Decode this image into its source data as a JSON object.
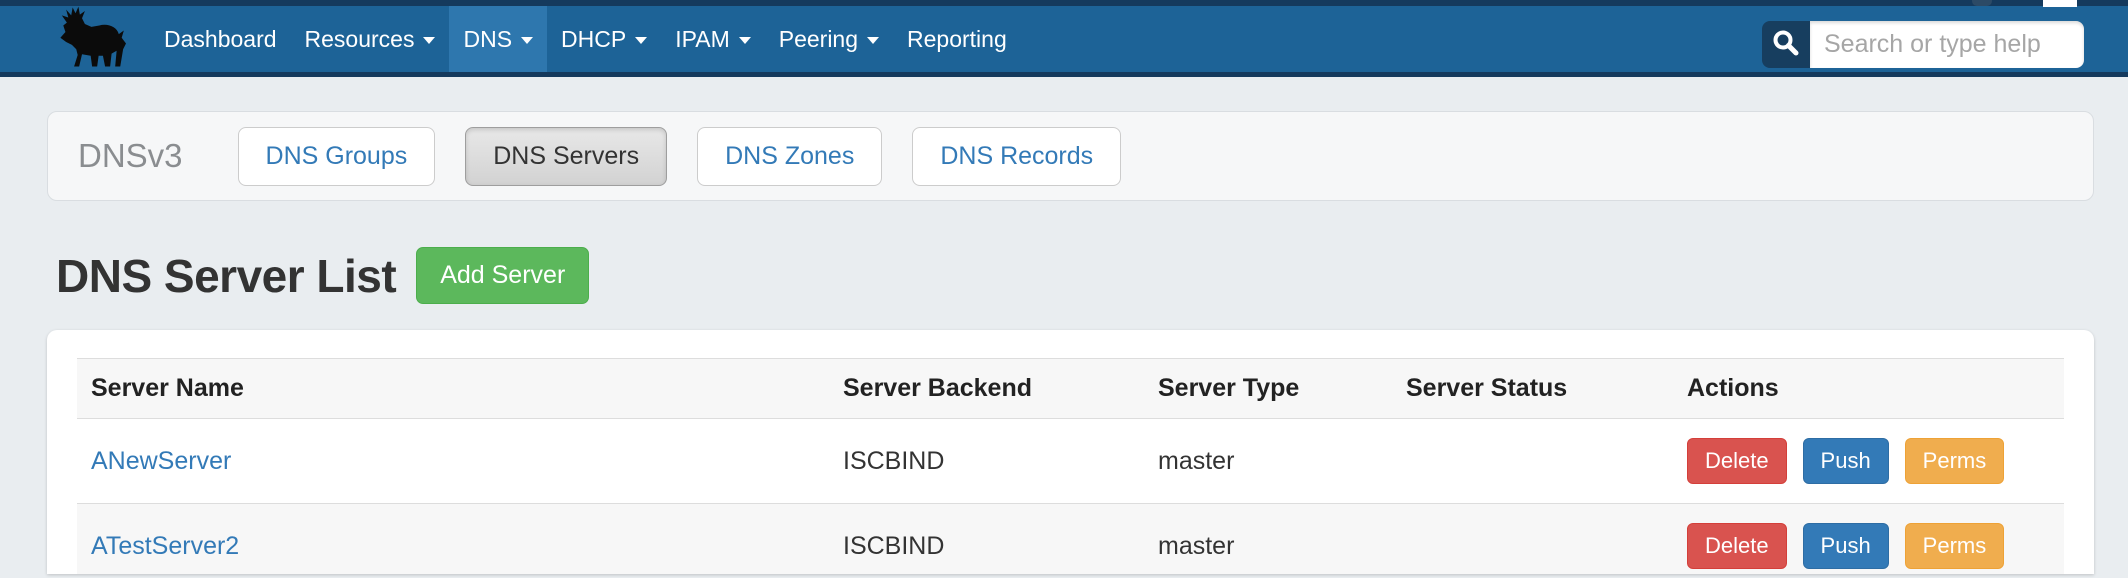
{
  "navbar": {
    "items": [
      {
        "label": "Dashboard",
        "caret": false,
        "active": false
      },
      {
        "label": "Resources",
        "caret": true,
        "active": false
      },
      {
        "label": "DNS",
        "caret": true,
        "active": true
      },
      {
        "label": "DHCP",
        "caret": true,
        "active": false
      },
      {
        "label": "IPAM",
        "caret": true,
        "active": false
      },
      {
        "label": "Peering",
        "caret": true,
        "active": false
      },
      {
        "label": "Reporting",
        "caret": false,
        "active": false
      }
    ],
    "search": {
      "placeholder": "Search or type help",
      "value": ""
    },
    "logo": "moose-logo"
  },
  "subnav": {
    "label": "DNSv3",
    "buttons": [
      {
        "label": "DNS Groups",
        "active": false
      },
      {
        "label": "DNS Servers",
        "active": true
      },
      {
        "label": "DNS Zones",
        "active": false
      },
      {
        "label": "DNS Records",
        "active": false
      }
    ]
  },
  "page": {
    "title": "DNS Server List",
    "add_button": "Add Server"
  },
  "table": {
    "columns": [
      "Server Name",
      "Server Backend",
      "Server Type",
      "Server Status",
      "Actions"
    ],
    "rows": [
      {
        "name": "ANewServer",
        "backend": "ISCBIND",
        "type": "master",
        "status": "",
        "actions": [
          "Delete",
          "Push",
          "Perms"
        ]
      },
      {
        "name": "ATestServer2",
        "backend": "ISCBIND",
        "type": "master",
        "status": "",
        "actions": [
          "Delete",
          "Push",
          "Perms"
        ]
      }
    ]
  },
  "colors": {
    "navbar_blue": "#1d6397",
    "navbar_dark": "#153a5d",
    "nav_active_blue": "#2e77ae",
    "search_box_navy": "#173e5f",
    "link_blue": "#337ab7",
    "success_green": "#5cb85c",
    "danger_red": "#d9534f",
    "warning_orange": "#f0ad4e",
    "page_bg": "#e9edf0",
    "stripe_gray": "#f7f7f7"
  },
  "icons": {
    "search": "magnifier",
    "caret": "caret-down",
    "logo": "moose silhouette"
  }
}
